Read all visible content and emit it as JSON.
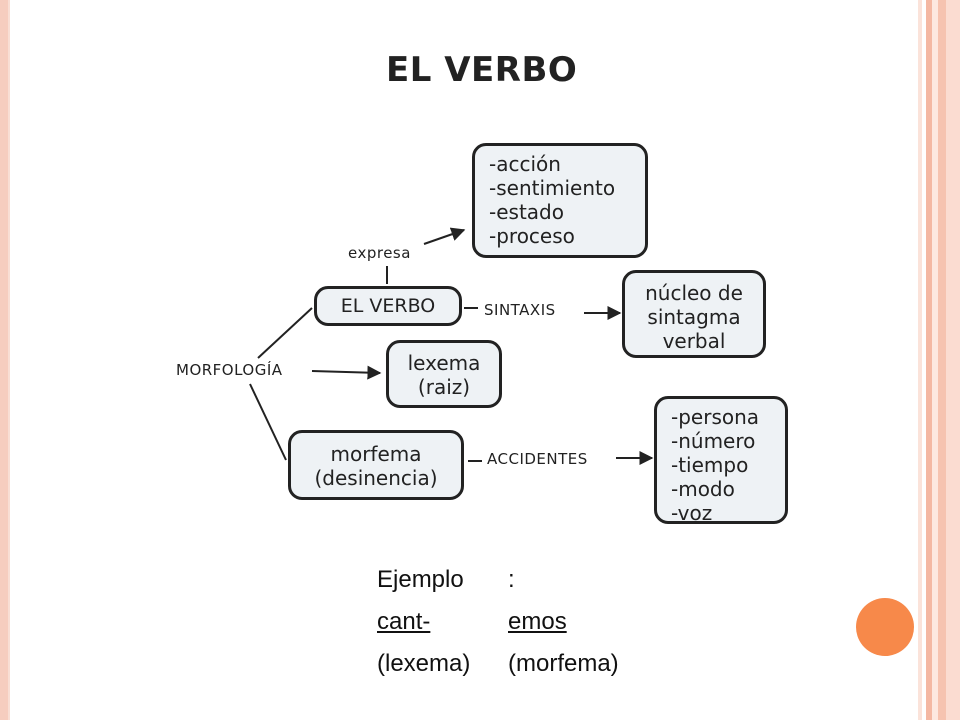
{
  "title": "EL VERBO",
  "diagram": {
    "nodes": {
      "meaning": [
        "-acción",
        "-sentimiento",
        "-estado",
        "-proceso"
      ],
      "verb": "EL VERBO",
      "syntax_target": [
        "núcleo de",
        "sintagma",
        "verbal"
      ],
      "lexeme": [
        "lexema",
        "(raiz)"
      ],
      "morpheme": [
        "morfema",
        "(desinencia)"
      ],
      "accidents": [
        "-persona",
        "-número",
        "-tiempo",
        "-modo",
        "-voz"
      ]
    },
    "labels": {
      "expresa": "expresa",
      "sintaxis": "SINTAXIS",
      "morfologia": "MORFOLOGÍA",
      "accidentes": "ACCIDENTES"
    }
  },
  "example": {
    "heading": "Ejemplo",
    "colon": ":",
    "stem": "cant-",
    "ending": "emos",
    "stem_label": "(lexema)",
    "ending_label": "(morfema)"
  },
  "colors": {
    "frame_accent": "#f6cdbf",
    "dot": "#f7894a",
    "node_fill": "#eef2f5"
  }
}
